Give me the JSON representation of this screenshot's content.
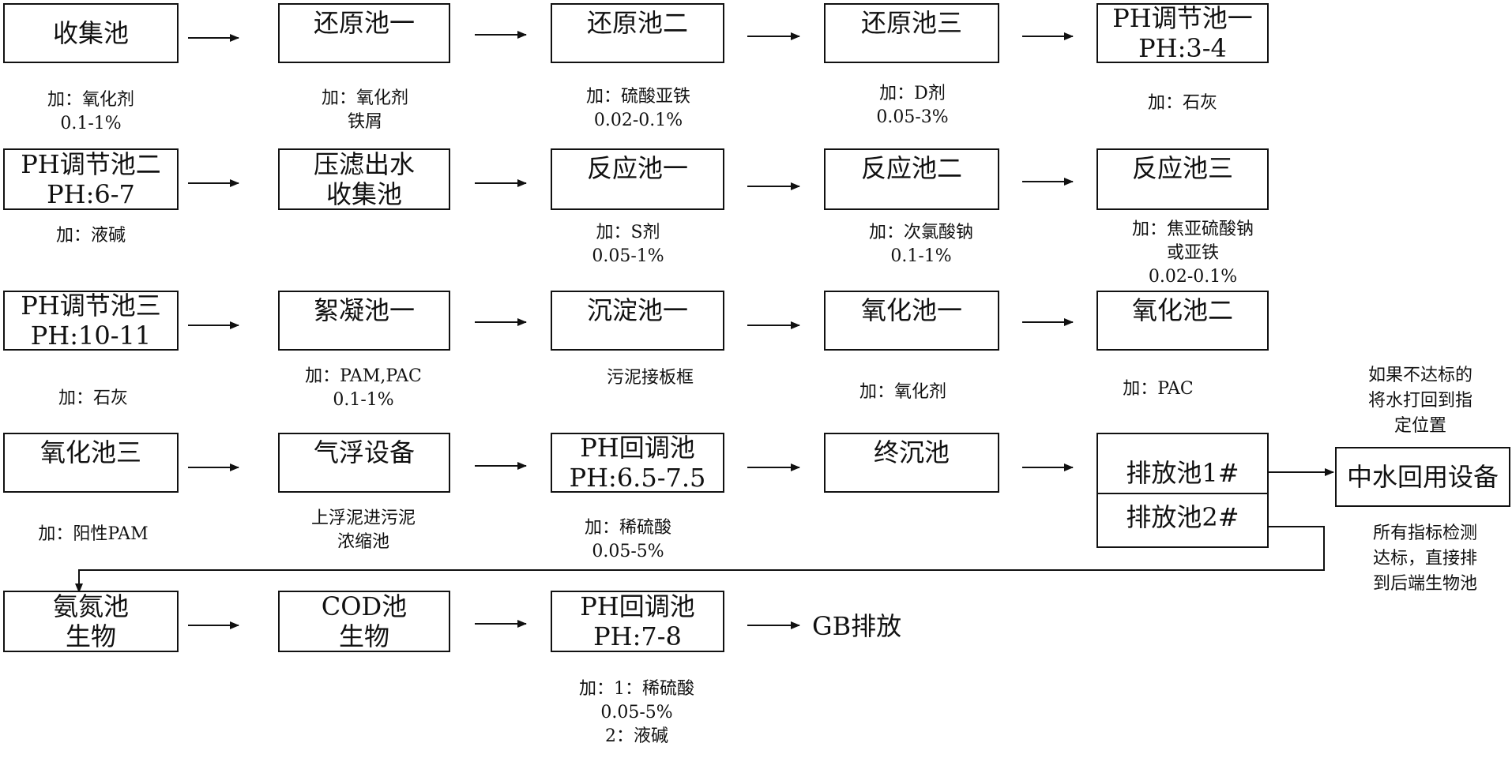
{
  "stages": {
    "r1": [
      "收集池",
      "还原池一",
      "还原池二",
      "还原池三",
      "PH调节池一"
    ],
    "r1_sub": {
      "ph1": "PH:3-4"
    },
    "r2": [
      "PH调节池二",
      "压滤出水",
      "反应池一",
      "反应池二",
      "反应池三"
    ],
    "r2_sub": {
      "ph2": "PH:6-7",
      "filter": "收集池"
    },
    "r3": [
      "PH调节池三",
      "絮凝池一",
      "沉淀池一",
      "氧化池一",
      "氧化池二"
    ],
    "r3_sub": {
      "ph3": "PH:10-11"
    },
    "r4": [
      "氧化池三",
      "气浮设备",
      "PH回调池",
      "终沉池",
      "排放池1#",
      "排放池2#",
      "中水回用设备"
    ],
    "r4_sub": {
      "ph_back": "PH:6.5-7.5"
    },
    "r5": [
      "氨氮池",
      "COD池",
      "PH回调池"
    ],
    "r5_sub": {
      "ammonia": "生物",
      "cod": "生物",
      "ph_back": "PH:7-8"
    },
    "discharge": "GB排放"
  },
  "notes": {
    "r1": [
      [
        "加：氧化剂",
        "0.1-1%"
      ],
      [
        "加：氧化剂",
        "铁屑"
      ],
      [
        "加：硫酸亚铁",
        "0.02-0.1%"
      ],
      [
        "加：D剂",
        "0.05-3%"
      ],
      [
        "加：石灰"
      ]
    ],
    "r2": [
      [
        "加：液碱"
      ],
      [
        "加：S剂",
        "0.05-1%"
      ],
      [
        "加：次氯酸钠",
        "0.1-1%"
      ],
      [
        "加：焦亚硫酸钠",
        "或亚铁",
        "0.02-0.1%"
      ]
    ],
    "r3": [
      [
        "加：石灰"
      ],
      [
        "加：PAM,PAC",
        "0.1-1%"
      ],
      [
        "污泥接板框"
      ],
      [
        "加：氧化剂"
      ],
      [
        "加：PAC"
      ]
    ],
    "recycle": [
      "如果不达标的",
      "将水打回到指",
      "定位置"
    ],
    "r4": [
      [
        "加：阳性PAM"
      ],
      [
        "上浮泥进污泥",
        "浓缩池"
      ],
      [
        "加：稀硫酸",
        "0.05-5%"
      ]
    ],
    "direct": [
      "所有指标检测",
      "达标，直接排",
      "到后端生物池"
    ],
    "r5": [
      [
        "加：1：稀硫酸",
        "0.05-5%",
        "2：液碱"
      ]
    ]
  }
}
